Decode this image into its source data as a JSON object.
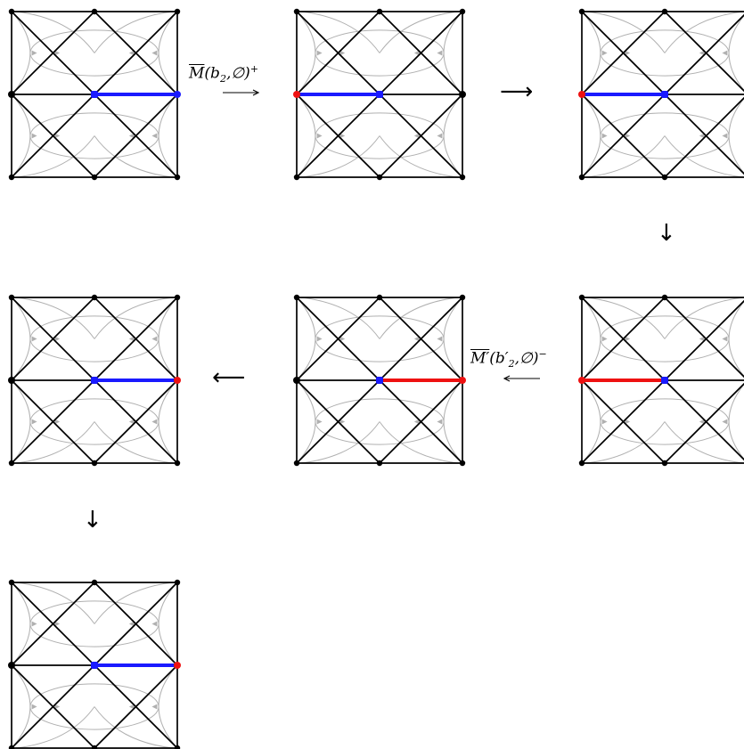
{
  "panels": [
    {
      "id": "p1",
      "segment": "right-half",
      "colors": {
        "segment": "#1a1aff",
        "center": "#1a1aff",
        "left_end": "#000000",
        "right_end": "#1a1aff"
      }
    },
    {
      "id": "p2",
      "segment": "left-half",
      "colors": {
        "segment": "#1a1aff",
        "center": "#1a1aff",
        "left_end": "#ee1111",
        "right_end": "#000000"
      }
    },
    {
      "id": "p3",
      "segment": "left-half",
      "colors": {
        "segment": "#1a1aff",
        "center": "#1a1aff",
        "left_end": "#ee1111",
        "right_end": "#000000"
      }
    },
    {
      "id": "p4",
      "segment": "left-half",
      "colors": {
        "segment": "#ee1111",
        "center": "#1a1aff",
        "left_end": "#ee1111",
        "right_end": "#000000"
      }
    },
    {
      "id": "p5",
      "segment": "right-half",
      "colors": {
        "segment": "#ee1111",
        "center": "#1a1aff",
        "left_end": "#000000",
        "right_end": "#ee1111"
      }
    },
    {
      "id": "p6",
      "segment": "right-half",
      "colors": {
        "segment": "#1a1aff",
        "center": "#1a1aff",
        "left_end": "#000000",
        "right_end": "#ee1111"
      }
    },
    {
      "id": "p7",
      "segment": "right-half",
      "colors": {
        "segment": "#1a1aff",
        "center": "#1a1aff",
        "left_end": "#000000",
        "right_end": "#ee1111"
      }
    }
  ],
  "arrows": [
    {
      "id": "a1",
      "direction": "right",
      "label_overlined": "M",
      "label_rest": "(b",
      "label_sub": "2",
      "label_tail": ",∅)",
      "label_sup": "+"
    },
    {
      "id": "a2",
      "direction": "right",
      "glyph": "⟶"
    },
    {
      "id": "a3",
      "direction": "down",
      "glyph": "↓"
    },
    {
      "id": "a4",
      "direction": "left",
      "label_overlined": "M′",
      "label_rest": "(b′",
      "label_sub": "2",
      "label_tail": ",∅)",
      "label_sup": "−"
    },
    {
      "id": "a5",
      "direction": "left",
      "glyph": "⟵"
    },
    {
      "id": "a6",
      "direction": "down",
      "glyph": "↓"
    }
  ],
  "colors": {
    "edge": "#000000",
    "flow": "#b0b0b0",
    "vertex": "#000000"
  }
}
